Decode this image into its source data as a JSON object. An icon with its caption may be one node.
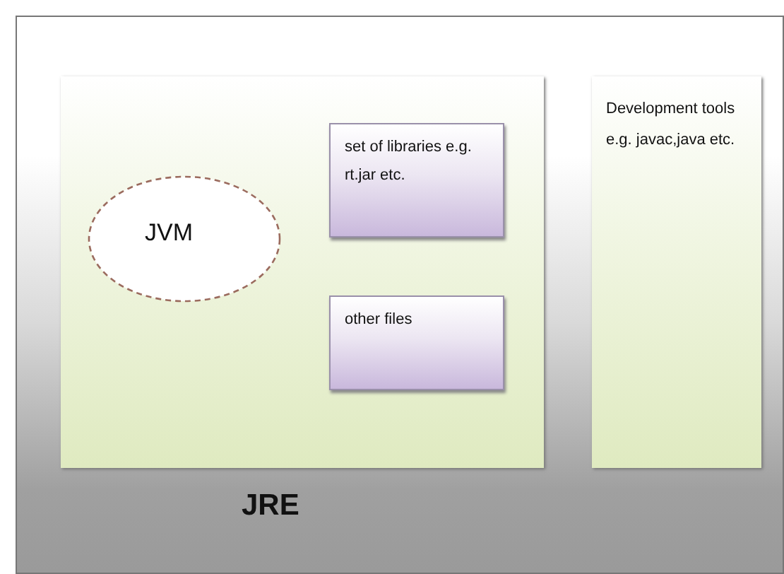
{
  "diagram": {
    "nodes": [
      {
        "text": [],
        "shape": "box"
      },
      {
        "text": [
          "JRE"
        ],
        "in": 0
      },
      {
        "text": [
          "JVM"
        ],
        "in": 1
      },
      {
        "text": [
          "set of libraries e.g. rt.jar etc."
        ],
        "in": 1
      },
      {
        "text": [
          "other files"
        ],
        "in": 1
      },
      {
        "text": [
          "Development tools e.g. javac,java etc."
        ],
        "in": 0
      }
    ]
  }
}
